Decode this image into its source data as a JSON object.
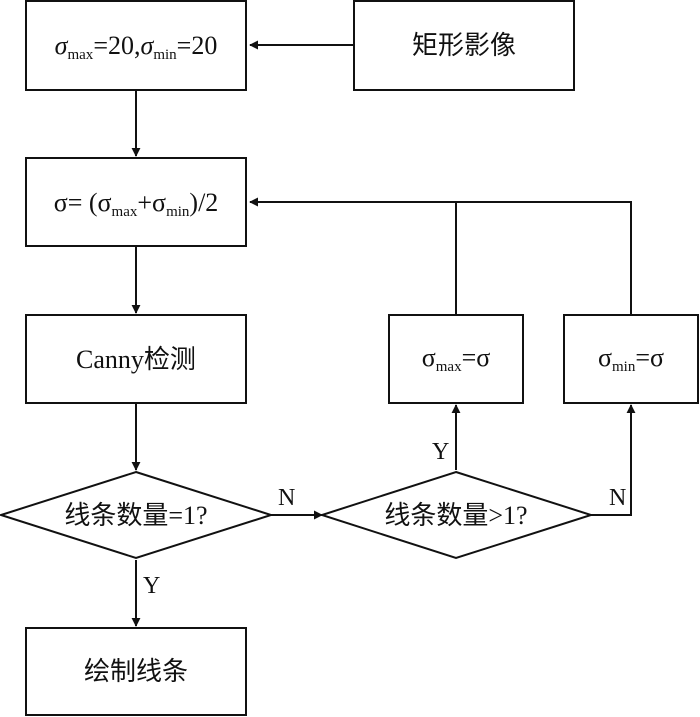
{
  "nodes": {
    "init_box": {
      "sigma": "σ",
      "max_sub": "max",
      "eq1": "=20,",
      "min_sub": "min",
      "eq2": "=20"
    },
    "rect_image": {
      "label": "矩形影像"
    },
    "sigma_update": {
      "pre": "σ= (σ",
      "max_sub": "max",
      "plus": "+σ",
      "min_sub": "min",
      "post": ")/2"
    },
    "canny": {
      "label": "Canny检测"
    },
    "decision_eq1": {
      "label": "线条数量=1?"
    },
    "decision_gt1": {
      "label": "线条数量>1?"
    },
    "sigma_max_box": {
      "sigma": "σ",
      "sub": "max",
      "post": "=σ"
    },
    "sigma_min_box": {
      "sigma": "σ",
      "sub": "min",
      "post": "=σ"
    },
    "draw_lines": {
      "label": "绘制线条"
    }
  },
  "edge_labels": {
    "eq1_no": "N",
    "eq1_yes": "Y",
    "gt1_yes": "Y",
    "gt1_no": "N"
  }
}
